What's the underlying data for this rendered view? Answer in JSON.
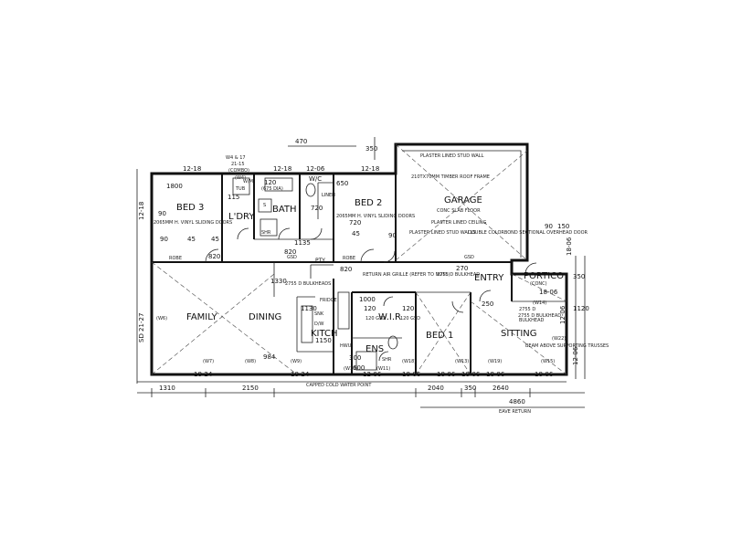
{
  "rooms": {
    "bed3": "BED 3",
    "ldry": "L'DRY",
    "bath": "BATH",
    "wc": "W/C",
    "bed2": "BED 2",
    "garage": "GARAGE",
    "family": "FAMILY",
    "dining": "DINING",
    "kitch": "KITCH",
    "wir": "W.I.R",
    "ens": "ENS",
    "bed1": "BED 1",
    "entry": "ENTRY",
    "portico": "PORTICO",
    "sitting": "SITTING",
    "pty": "PTY",
    "linen": "LINEN"
  },
  "notes": {
    "plaster_stud": "PLASTER LINED STUD WALL",
    "timber_roof": "210TX70MM TIMBER ROOF FRAME",
    "conc_floor": "CONC SLAB FLOOR",
    "plaster_ceiling": "PLASTER LINED CEILING",
    "plaster_stud_walls": "PLASTER LINED STUD WALLS",
    "double_door": "DOUBLE COLORBOND SECTIONAL OVERHEAD DOOR",
    "bed3_doors": "2065MM H. VINYL SLIDING DOORS",
    "bed2_doors": "2065MM H. VINYL SLIDING DOORS",
    "return_air": "RETURN AIR GRILLE (REFER TO NOTE)",
    "bulkhead_left": "2755 D BULKHEADS",
    "bulkhead_mid": "2755 D BULKHEAD",
    "bulkhead_right": "2755 D BULKHEAD",
    "beam": "BEAM ABOVE SUPPORTING TRUSSES",
    "capped": "CAPPED COLD WATER POINT",
    "eave": "EAVE RETURN",
    "conc": "(CONC)",
    "combo": "(COMBO)",
    "w_label": "W4 & 17",
    "w_sizes": "21-15",
    "robe1": "ROBE",
    "robe2": "ROBE",
    "gsd1": "GSD",
    "gsd2": "GSD",
    "rs1": "120 GSD",
    "rs2": "120 GSD",
    "sink": "SNK",
    "dw": "D/W",
    "hwu": "HWU",
    "shr": "SHR",
    "shr2": "SHR",
    "wm": "W/M",
    "tub": "TUB",
    "s": "S",
    "ssd": "2755 D",
    "bulk2": "BULKHEAD",
    "fridge": "FRIDGE"
  },
  "dims": {
    "d470": "470",
    "d350": "350",
    "d1800": "1800",
    "d115": "115",
    "d120_bath": "120",
    "d650": "650",
    "d720": "720",
    "d90a": "90",
    "d45a": "45",
    "d45b": "45",
    "d90b": "90",
    "d820a": "820",
    "d820b": "820",
    "d820c": "820",
    "d1135": "1135",
    "d1330": "1330",
    "d270": "270",
    "d90c": "90",
    "d150": "150",
    "d250": "250",
    "d350b": "350",
    "d1120": "1120",
    "d984": "984",
    "d1150": "1150",
    "d1310": "1310",
    "d2150": "2150",
    "d2040": "2040",
    "d350c": "350",
    "d2640": "2640",
    "d4860": "4860",
    "d1218a": "12-18",
    "d1218b": "12-18",
    "d1206a": "12-06",
    "d1218c": "12-18",
    "d1824a": "18-24",
    "d1824b": "18-24",
    "d1206b": "12-06",
    "d1806a": "18-06",
    "d1806b": "18-06",
    "d1806c": "18-06",
    "d1806d": "18-06",
    "d1806e": "18-06",
    "d1806f": "18-06",
    "d1218v": "12-18",
    "d2127": "SD 21-27",
    "d1206v": "12-06",
    "d1206v2": "12-06",
    "d1806v": "18-06",
    "w_w4": "(W4)",
    "w_w6": "(W6)",
    "w_w7": "(W7)",
    "w_w8": "(W8)",
    "w_w9": "(W9)",
    "w_w10": "(W10)",
    "w_w11": "(W11)",
    "w_w13": "(W13)",
    "w_w14": "(W14)",
    "w_w15": "(W15)",
    "w_w18": "(W18)",
    "w_w19": "(W19)",
    "w_w22": "(W22)",
    "d45v": "45",
    "d90v": "90",
    "d720b": "720",
    "d1130": "1130",
    "d1000": "1000",
    "d120c": "120",
    "d120d": "120",
    "d675": "(675 DIA)",
    "d300": "300",
    "d600": "600"
  }
}
